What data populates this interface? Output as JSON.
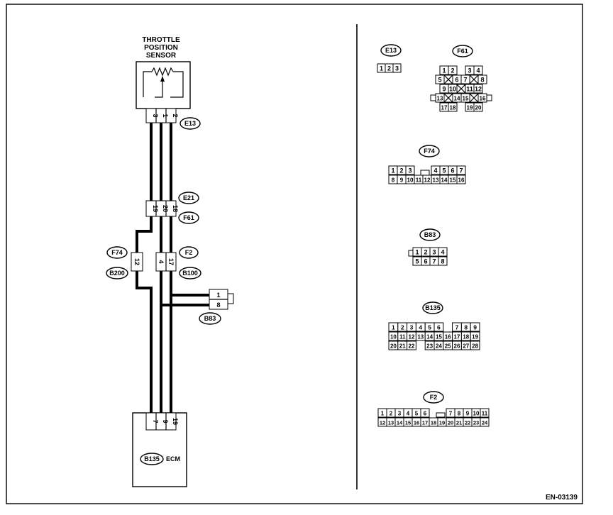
{
  "sensor": {
    "line1": "THROTTLE",
    "line2": "POSITION",
    "line3": "SENSOR"
  },
  "ecm": {
    "connector": "B135",
    "name": "ECM"
  },
  "left_labels": {
    "E13": "E13",
    "E21": "E21",
    "F61": "F61",
    "F74": "F74",
    "B200": "B200",
    "F2": "F2",
    "B100": "B100",
    "B83": "B83"
  },
  "pins": {
    "sensor": [
      "3",
      "1",
      "2"
    ],
    "junction": [
      "19",
      "20",
      "18"
    ],
    "f74_pin": "12",
    "f2_pins": [
      "4",
      "17"
    ],
    "b83_pins": [
      "1",
      "8"
    ],
    "ecm_pins": [
      "7",
      "9",
      "19"
    ]
  },
  "connectors": {
    "E13": {
      "name": "E13",
      "pins": [
        "1",
        "2",
        "3"
      ]
    },
    "F61": {
      "name": "F61",
      "rows": [
        [
          "1",
          "2",
          "",
          "3",
          "4"
        ],
        [
          "5",
          "X",
          "6",
          "7",
          "X",
          "8"
        ],
        [
          "9",
          "10",
          "X",
          "11",
          "12"
        ],
        [
          "13",
          "X",
          "14",
          "15",
          "X",
          "16"
        ],
        [
          "17",
          "18",
          "",
          "19",
          "20"
        ]
      ]
    },
    "F74": {
      "name": "F74",
      "row1": [
        "1",
        "2",
        "3",
        "",
        "",
        "4",
        "5",
        "6",
        "7"
      ],
      "row2": [
        "8",
        "9",
        "10",
        "11",
        "12",
        "13",
        "14",
        "15",
        "16"
      ]
    },
    "B83": {
      "name": "B83",
      "row1": [
        "1",
        "2",
        "3",
        "4"
      ],
      "row2": [
        "5",
        "6",
        "7",
        "8"
      ]
    },
    "B135": {
      "name": "B135",
      "row1": [
        "1",
        "2",
        "3",
        "4",
        "5",
        "6",
        "",
        "7",
        "8",
        "9"
      ],
      "row2": [
        "10",
        "11",
        "12",
        "13",
        "14",
        "15",
        "16",
        "17",
        "18",
        "19"
      ],
      "row3": [
        "20",
        "21",
        "22",
        "",
        "23",
        "24",
        "25",
        "26",
        "27",
        "28"
      ]
    },
    "F2": {
      "name": "F2",
      "row1": [
        "1",
        "2",
        "3",
        "4",
        "5",
        "6",
        "",
        "",
        "7",
        "8",
        "9",
        "10",
        "11"
      ],
      "row2": [
        "12",
        "13",
        "14",
        "15",
        "16",
        "17",
        "18",
        "19",
        "20",
        "21",
        "22",
        "23",
        "24"
      ]
    }
  },
  "figure_id": "EN-03139"
}
